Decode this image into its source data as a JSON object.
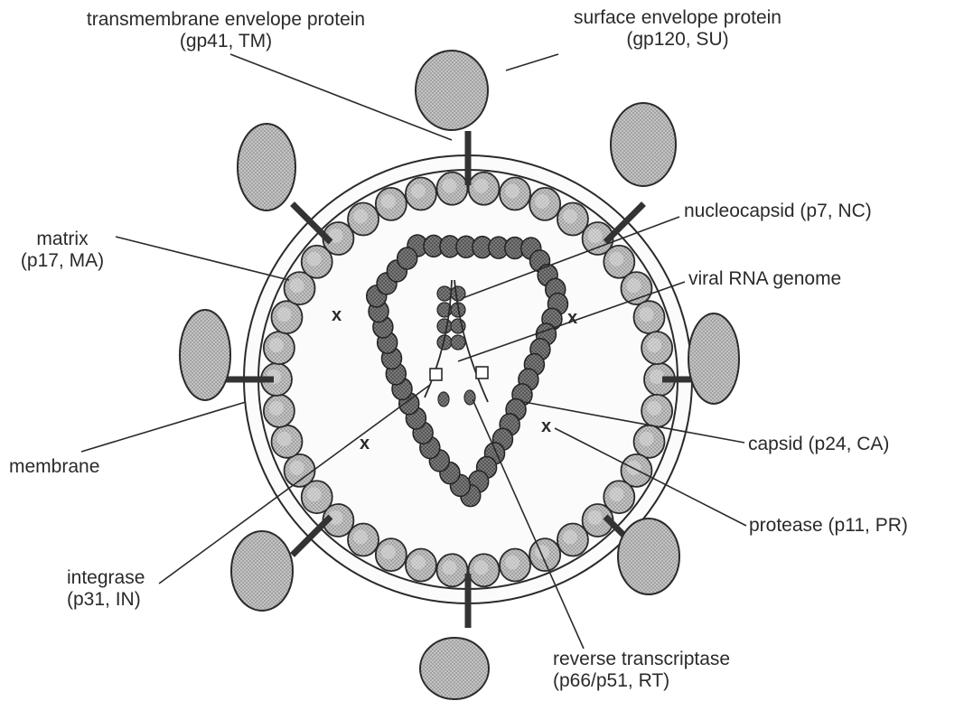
{
  "labels": {
    "transmembrane": [
      "transmembrane envelope protein",
      "(gp41, TM)"
    ],
    "surface": [
      "surface envelope protein",
      "(gp120, SU)"
    ],
    "nucleocapsid": [
      "nucleocapsid (p7, NC)"
    ],
    "matrix": [
      "matrix",
      "(p17, MA)"
    ],
    "rna": [
      "viral RNA genome"
    ],
    "membrane": [
      "membrane"
    ],
    "capsid": [
      "capsid (p24, CA)"
    ],
    "protease": [
      "protease (p11, PR)"
    ],
    "integrase": [
      "integrase",
      "(p31, IN)"
    ],
    "rt": [
      "reverse transcriptase",
      "(p66/p51, RT)"
    ]
  },
  "markers": [
    "x",
    "x",
    "x",
    "x"
  ],
  "colors": {
    "ink": "#2a2a2a",
    "outer_bead": "#b9b9b9",
    "inner_bead": "#6e6e6e",
    "knob": "#a9a9a9"
  }
}
